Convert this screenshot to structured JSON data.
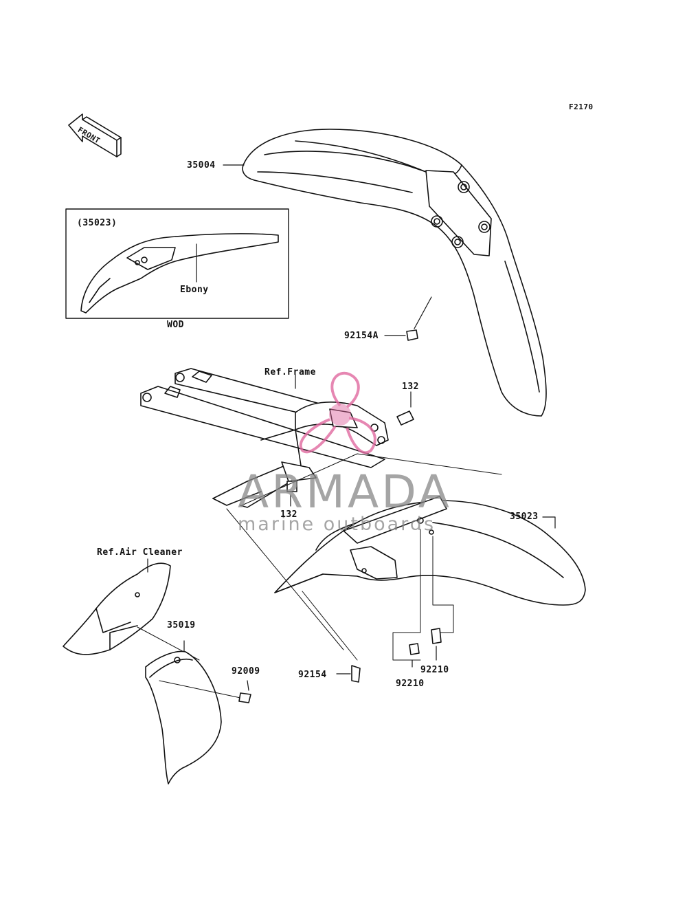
{
  "figure_code": "F2170",
  "direction_label": "FRONT",
  "inset": {
    "part_ref": "(35023)",
    "note": "Ebony",
    "caption": "WOD"
  },
  "callouts": {
    "front_fender": "35004",
    "front_fender_bolt": "92154A",
    "ref_frame": "Ref.Frame",
    "bolt_upper": "132",
    "bolt_lower": "132",
    "rear_fender": "35023",
    "ref_air_cleaner": "Ref.Air Cleaner",
    "mud_guard": "35019",
    "guard_bolt": "92009",
    "rear_fender_bolt": "92154",
    "clip_right": "92210",
    "clip_left": "92210"
  },
  "watermark": {
    "title": "ARMADA",
    "subtitle": "marine outboards",
    "color": "#e06aa0"
  }
}
